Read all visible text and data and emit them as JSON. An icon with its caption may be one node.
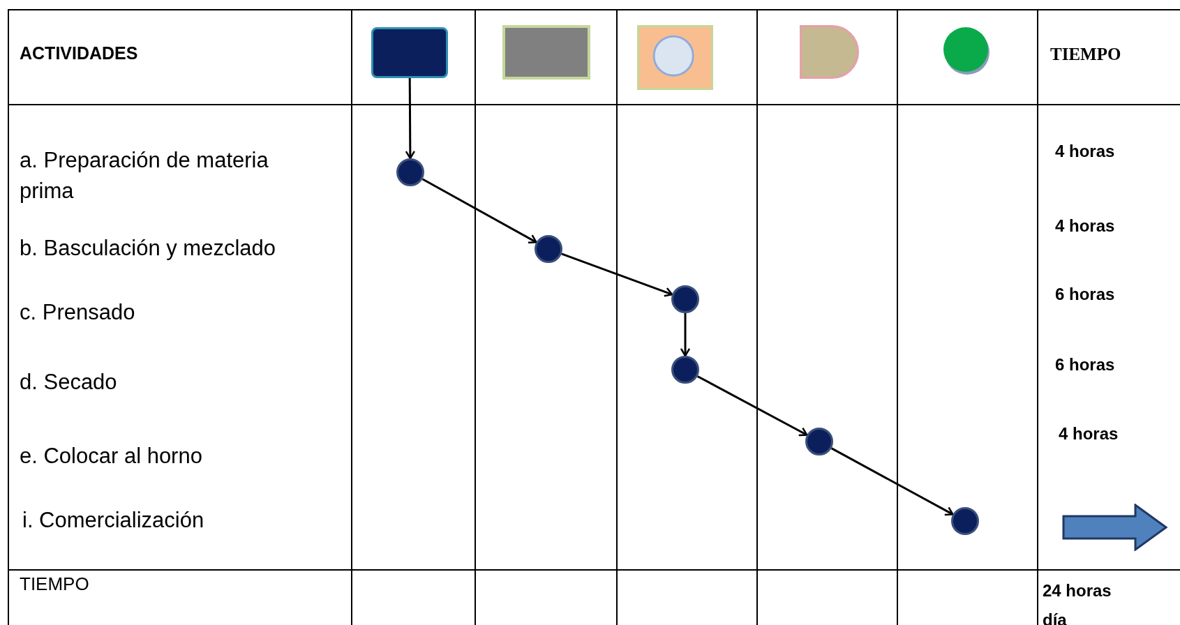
{
  "diagram": {
    "nodes": [
      {
        "text": [],
        "shape": "box"
      },
      {
        "text": [],
        "shape": "box"
      },
      {
        "text": [],
        "shape": "circle"
      },
      {
        "text": [],
        "shape": "d-shape"
      },
      {
        "text": [],
        "shape": "circle"
      },
      {
        "text": [],
        "shape": "circle"
      },
      {
        "text": [],
        "shape": "circle"
      },
      {
        "text": [],
        "shape": "circle"
      },
      {
        "text": [],
        "shape": "circle"
      },
      {
        "text": [],
        "shape": "circle"
      },
      {
        "text": [],
        "shape": "circle"
      },
      {
        "text": [],
        "shape": "arrow"
      }
    ],
    "edges": [
      {
        "from": 0,
        "to": 5,
        "arrow": "to"
      },
      {
        "from": 5,
        "to": 6,
        "arrow": "to"
      },
      {
        "from": 6,
        "to": 7,
        "arrow": "to"
      },
      {
        "from": 7,
        "to": 8,
        "arrow": "to"
      },
      {
        "from": 8,
        "to": 9,
        "arrow": "to"
      },
      {
        "from": 9,
        "to": 10,
        "arrow": "to"
      }
    ],
    "labels": [
      "ACTIVIDADES",
      "TIEMPO",
      "a. Preparación de materia prima",
      "4 horas",
      "b. Basculación y mezclado",
      "4 horas",
      "c. Prensado",
      "6 horas",
      "d. Secado",
      "6 horas",
      "e. Colocar al horno",
      "4 horas",
      "i. Comercialización",
      "TIEMPO",
      "24 horas día"
    ]
  }
}
